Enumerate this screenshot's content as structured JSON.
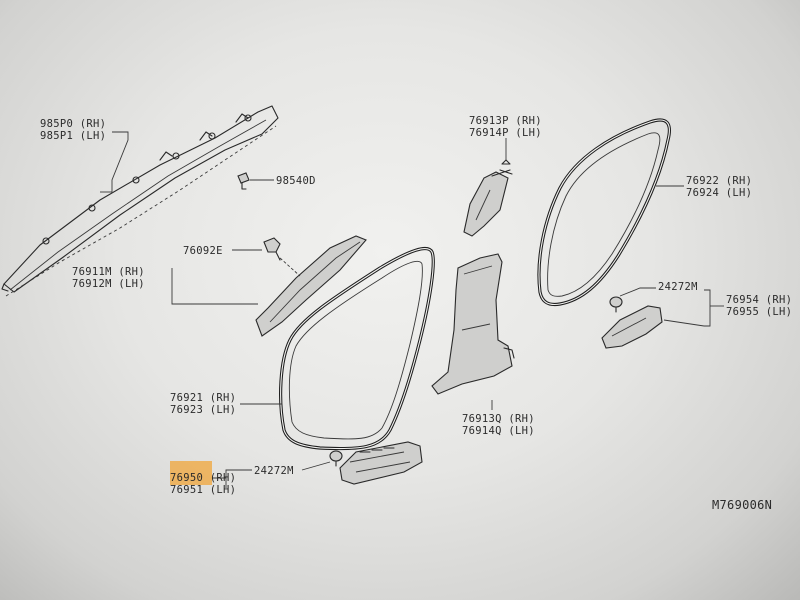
{
  "callouts": {
    "airbag_rh": "985P0 (RH)",
    "airbag_lh": "985P1 (LH)",
    "clip_98540": "98540D",
    "clip_76092": "76092E",
    "pillar_a_rh": "76911M (RH)",
    "pillar_a_lh": "76912M (LH)",
    "weatherstrip_front_rh": "76921 (RH)",
    "weatherstrip_front_lh": "76923 (LH)",
    "sill_front_rh": "76950 (RH)",
    "sill_front_lh": "76951 (LH)",
    "clip_24272_front": "24272M",
    "pillar_b_upper_rh": "76913P (RH)",
    "pillar_b_upper_lh": "76914P (LH)",
    "pillar_b_lower_rh": "76913Q (RH)",
    "pillar_b_lower_lh": "76914Q (LH)",
    "weatherstrip_rear_rh": "76922 (RH)",
    "weatherstrip_rear_lh": "76924 (LH)",
    "clip_24272_rear": "24272M",
    "sill_rear_rh": "76954 (RH)",
    "sill_rear_lh": "76955 (LH)",
    "figure_code": "M769006N"
  },
  "highlight_color": "#f0a53a"
}
